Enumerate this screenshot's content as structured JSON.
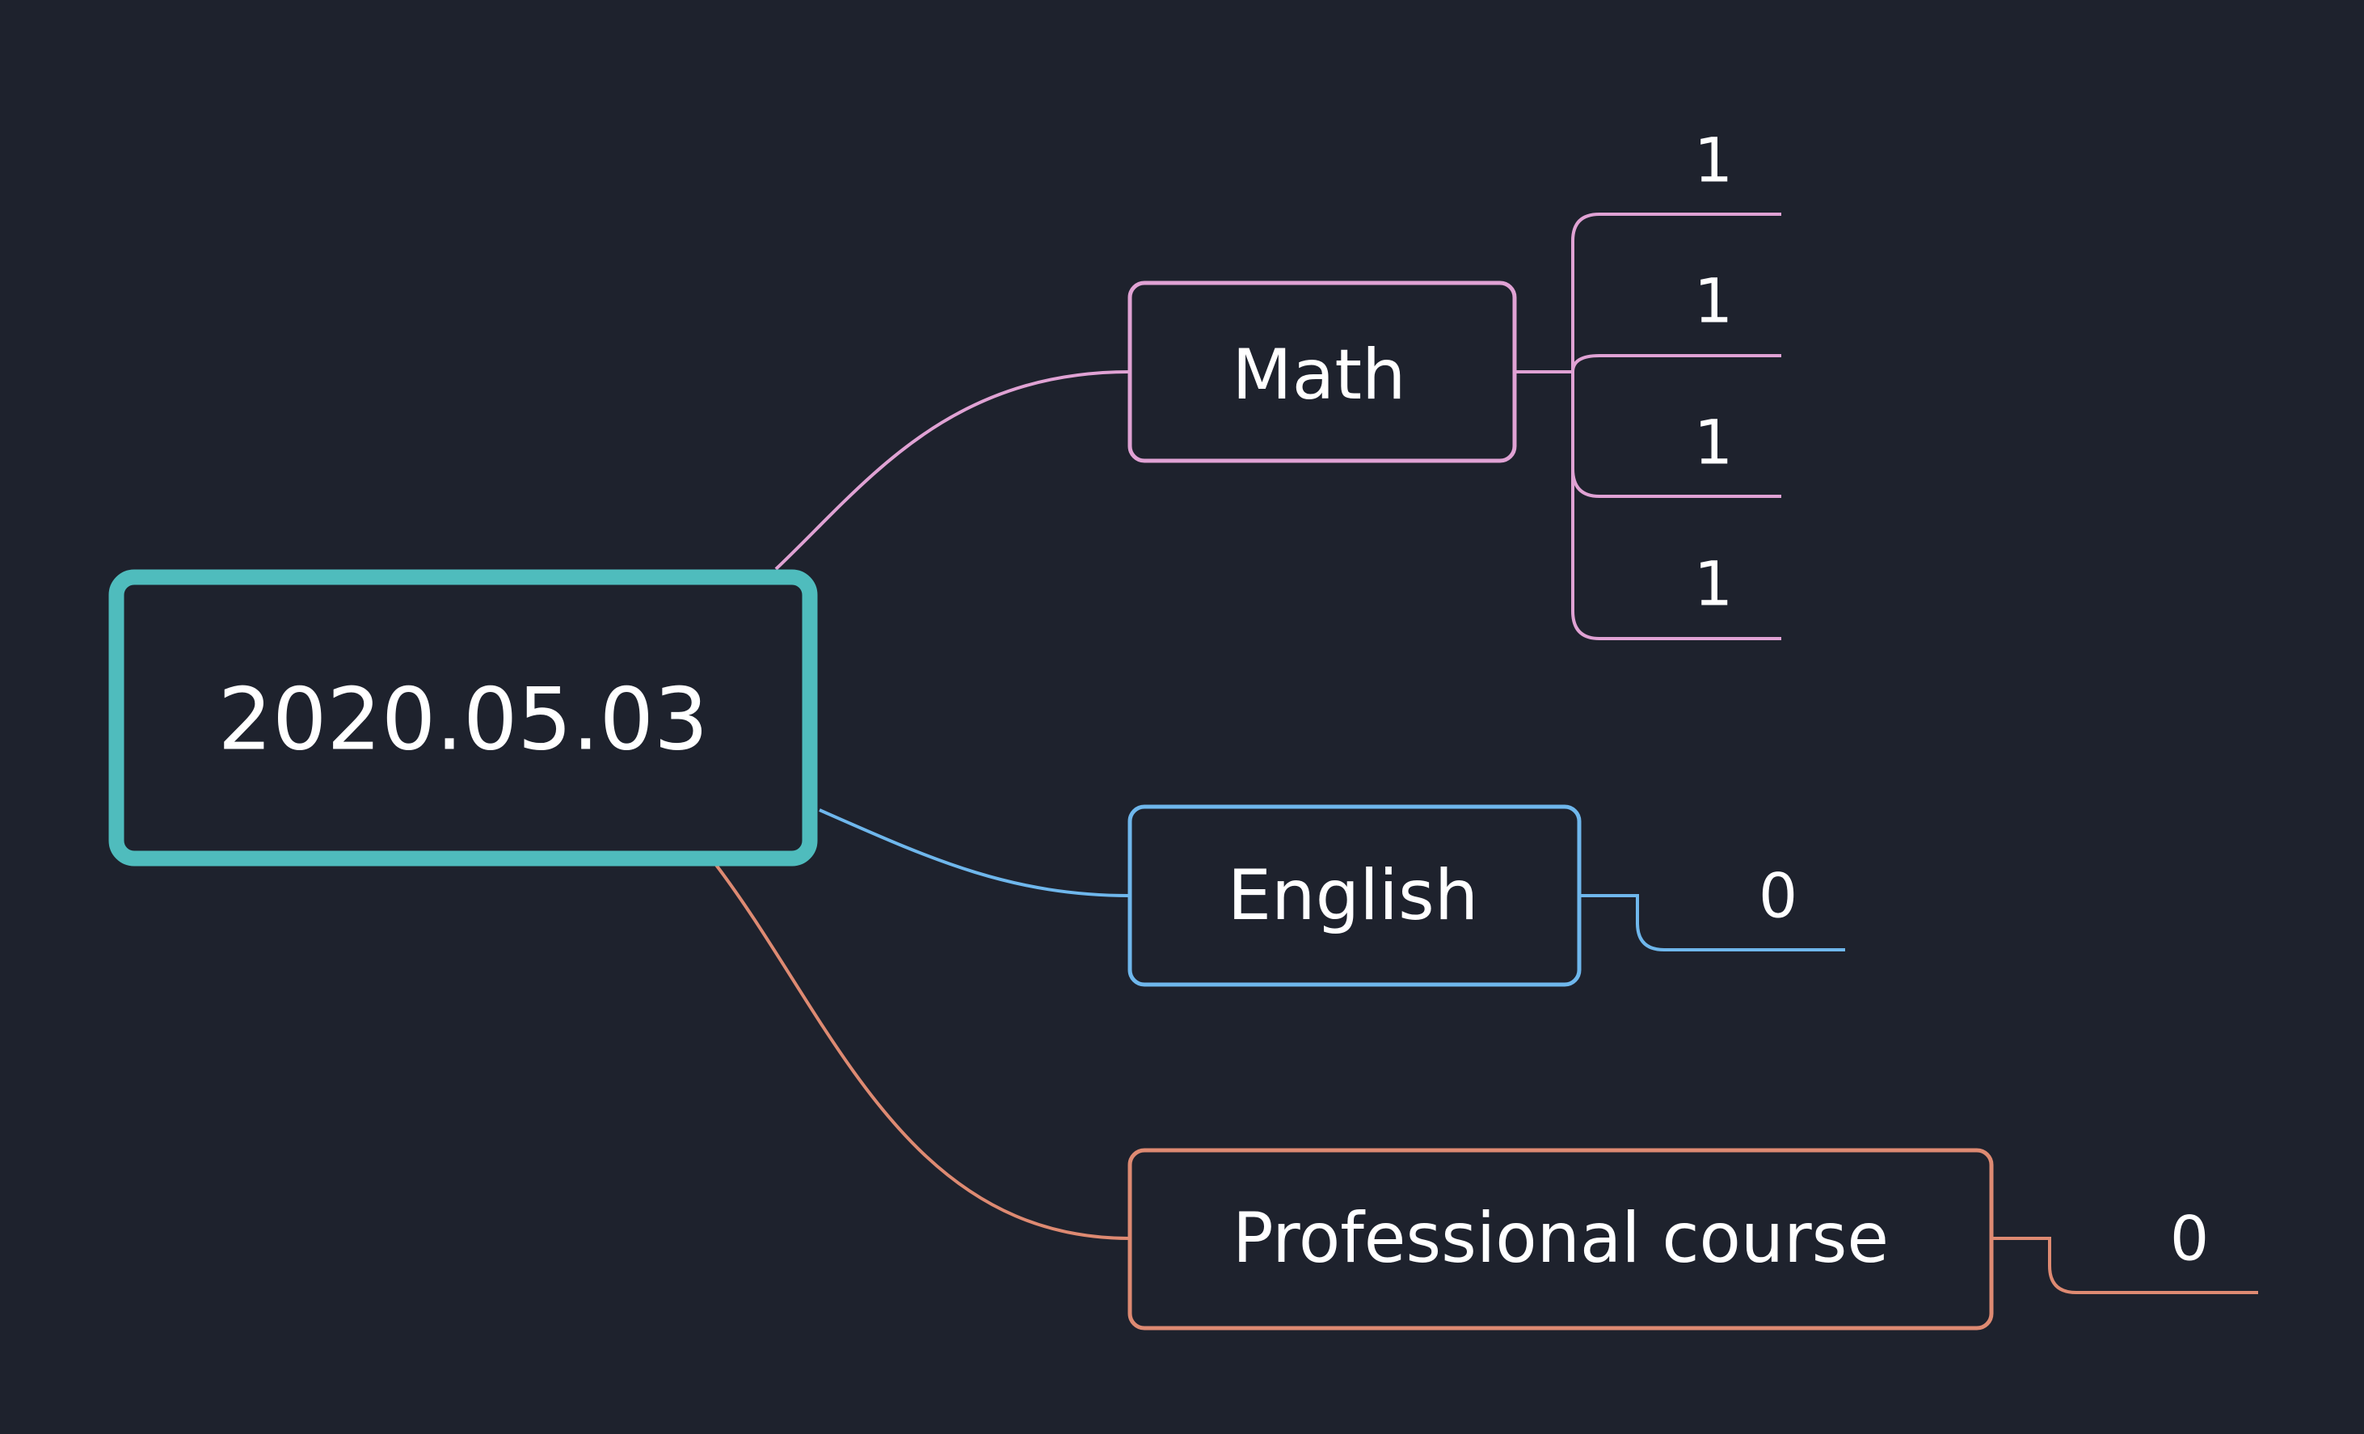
{
  "colors": {
    "background": "#1e222d",
    "root": "#4fbcbd",
    "math": "#e0a2d4",
    "english": "#6fb7ec",
    "professional": "#de8a72",
    "text": "#ffffff"
  },
  "mindmap": {
    "root": {
      "label": "2020.05.03"
    },
    "branches": [
      {
        "label": "Math",
        "children": [
          "1",
          "1",
          "1",
          "1"
        ]
      },
      {
        "label": "English",
        "children": [
          "0"
        ]
      },
      {
        "label": "Professional course",
        "children": [
          "0"
        ]
      }
    ]
  }
}
